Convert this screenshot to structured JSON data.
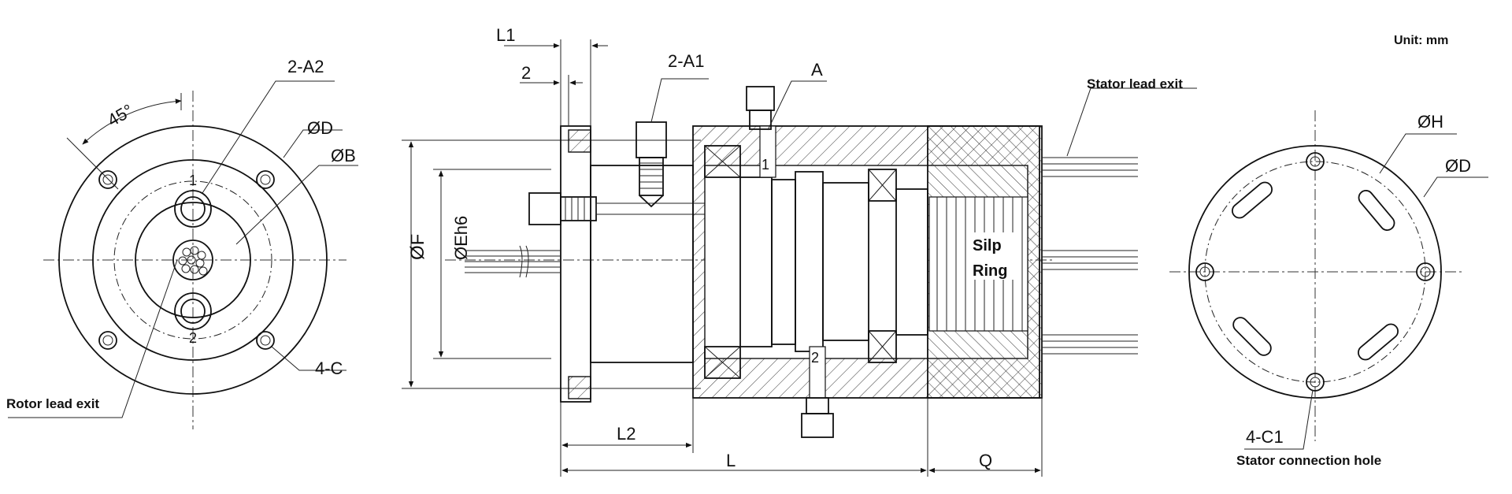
{
  "unit_note": "Unit: mm",
  "left_view": {
    "angle": "45°",
    "label_2a2": "2-A2",
    "label_od": "ØD",
    "label_ob": "ØB",
    "label_4c": "4-C",
    "label_port1": "1",
    "label_port2": "2",
    "rotor_lead_exit": "Rotor lead exit"
  },
  "section_view": {
    "label_l1": "L1",
    "label_2": "2",
    "label_2a1": "2-A1",
    "label_a": "A",
    "label_of": "ØF",
    "label_oeh6": "ØEh6",
    "label_l2": "L2",
    "label_l": "L",
    "label_q": "Q",
    "label_port1": "1",
    "label_port2": "2",
    "slip_ring_line1": "Silp",
    "slip_ring_line2": "Ring",
    "stator_lead_exit": "Stator lead exit"
  },
  "right_view": {
    "label_oh": "ØH",
    "label_od": "ØD",
    "label_4c1": "4-C1",
    "stator_connection_hole": "Stator connection hole"
  }
}
